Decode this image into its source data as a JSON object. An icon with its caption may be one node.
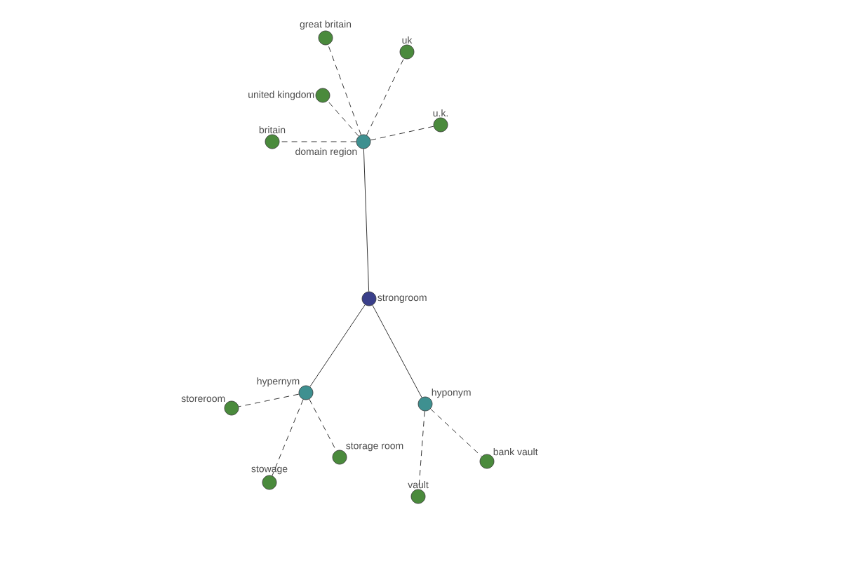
{
  "diagram": {
    "nodes": [
      {
        "text": [
          "strongroom"
        ]
      },
      {
        "text": [
          "domain region"
        ]
      },
      {
        "text": [
          "hypernym"
        ]
      },
      {
        "text": [
          "hyponym"
        ]
      },
      {
        "text": [
          "great britain"
        ]
      },
      {
        "text": [
          "uk"
        ]
      },
      {
        "text": [
          "united kingdom"
        ]
      },
      {
        "text": [
          "u.k."
        ]
      },
      {
        "text": [
          "britain"
        ]
      },
      {
        "text": [
          "storeroom"
        ]
      },
      {
        "text": [
          "storage room"
        ]
      },
      {
        "text": [
          "stowage"
        ]
      },
      {
        "text": [
          "bank vault"
        ]
      },
      {
        "text": [
          "vault"
        ]
      }
    ],
    "edges": [
      {
        "from": 1,
        "to": 0,
        "arrow": "none"
      },
      {
        "from": 0,
        "to": 2,
        "arrow": "none"
      },
      {
        "from": 0,
        "to": 3,
        "arrow": "none"
      },
      {
        "from": 1,
        "to": 4,
        "arrow": "none",
        "style": "dashed"
      },
      {
        "from": 1,
        "to": 5,
        "arrow": "none",
        "style": "dashed"
      },
      {
        "from": 1,
        "to": 6,
        "arrow": "none",
        "style": "dashed"
      },
      {
        "from": 1,
        "to": 7,
        "arrow": "none",
        "style": "dashed"
      },
      {
        "from": 1,
        "to": 8,
        "arrow": "none",
        "style": "dashed"
      },
      {
        "from": 2,
        "to": 9,
        "arrow": "none",
        "style": "dashed"
      },
      {
        "from": 2,
        "to": 10,
        "arrow": "none",
        "style": "dashed"
      },
      {
        "from": 2,
        "to": 11,
        "arrow": "none",
        "style": "dashed"
      },
      {
        "from": 3,
        "to": 12,
        "arrow": "none",
        "style": "dashed"
      },
      {
        "from": 3,
        "to": 13,
        "arrow": "none",
        "style": "dashed"
      }
    ]
  }
}
